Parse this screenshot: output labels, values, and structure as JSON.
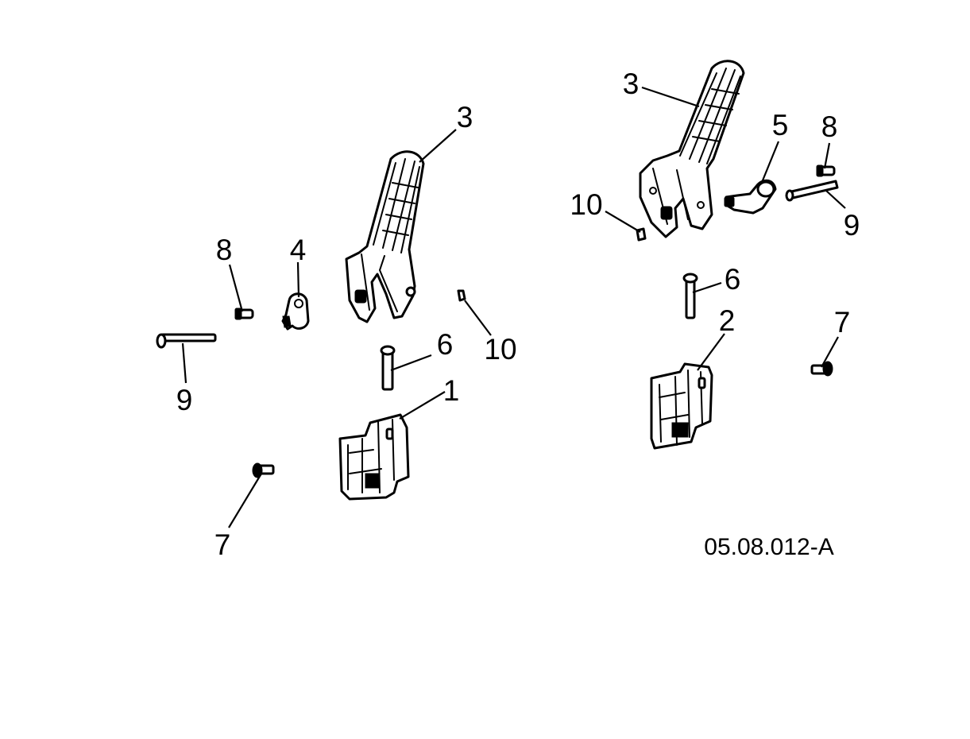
{
  "diagram": {
    "reference_code": "05.08.012-A",
    "left_assembly": {
      "callouts": {
        "bracket": "1",
        "pedal_arm": "3",
        "cam": "4",
        "pin": "6",
        "bolt": "7",
        "stud": "8",
        "shaft": "9",
        "clip": "10"
      }
    },
    "right_assembly": {
      "callouts": {
        "bracket": "2",
        "pedal_arm": "3",
        "cam": "5",
        "pin": "6",
        "bolt": "7",
        "stud": "8",
        "shaft": "9",
        "clip": "10"
      }
    }
  }
}
